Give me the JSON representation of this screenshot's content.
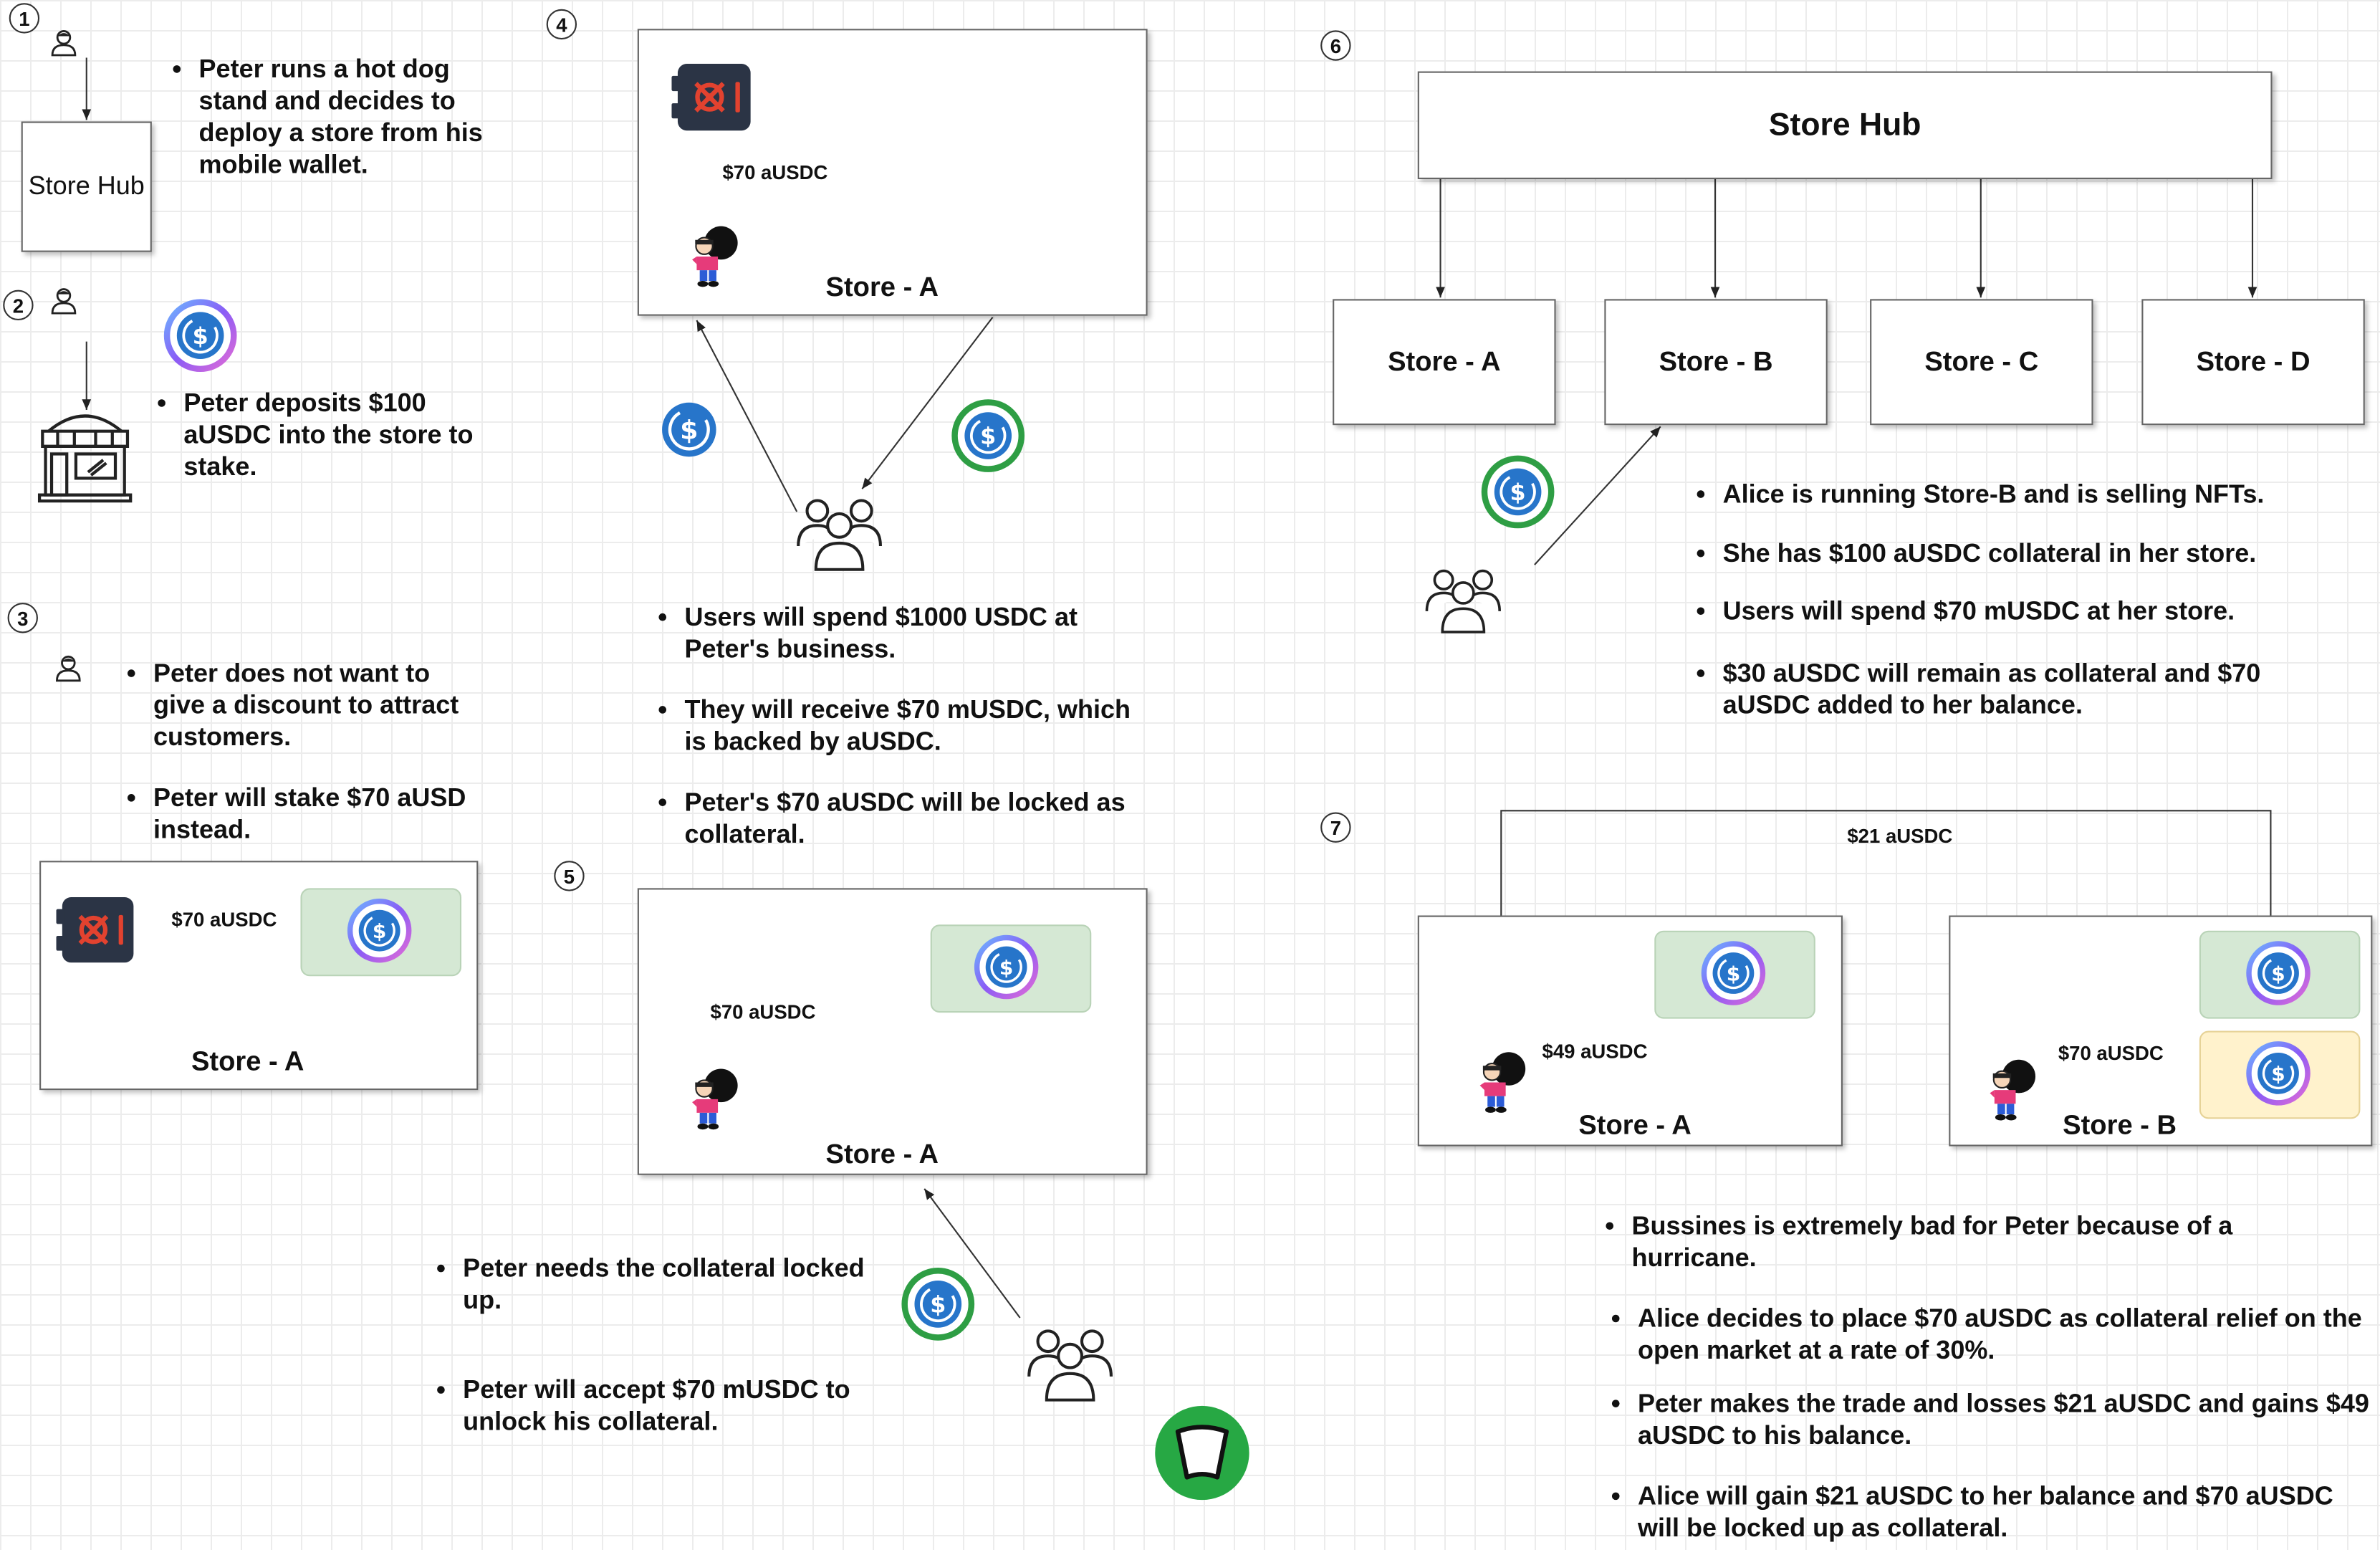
{
  "steps": [
    "1",
    "2",
    "3",
    "4",
    "5",
    "6",
    "7"
  ],
  "panel1": {
    "box_label": "Store Hub",
    "bullets": [
      "Peter runs a hot dog stand and decides to deploy a store from his mobile wallet."
    ]
  },
  "panel2": {
    "bullets": [
      "Peter deposits $100 aUSDC into the store to stake."
    ]
  },
  "panel3": {
    "bullets": [
      "Peter does not want to give a discount to attract customers.",
      "Peter will stake $70 aUSD instead."
    ],
    "arrow_label": "$70 aUSDC",
    "store_label": "Store - A"
  },
  "panel4": {
    "arrow_label": "$70 aUSDC",
    "store_label": "Store - A",
    "bullets": [
      "Users will spend $1000 USDC at Peter's business.",
      "They will receive $70 mUSDC, which is backed by aUSDC.",
      "Peter's $70 aUSDC will be locked as collateral."
    ]
  },
  "panel5": {
    "arrow_label": "$70 aUSDC",
    "store_label": "Store - A",
    "bullets": [
      "Peter needs the collateral locked up.",
      "Peter will accept $70 mUSDC to unlock his collateral."
    ]
  },
  "panel6": {
    "hub_label": "Store Hub",
    "stores": [
      "Store - A",
      "Store - B",
      "Store - C",
      "Store - D"
    ],
    "bullets": [
      "Alice is running Store-B and is selling NFTs.",
      "She has $100 aUSDC collateral in her store.",
      "Users will spend $70 mUSDC at her store.",
      "$30 aUSDC will remain as collateral and $70 aUSDC added to her balance."
    ]
  },
  "panel7": {
    "top_label": "$21 aUSDC",
    "left_label": "$49 aUSDC",
    "right_label": "$70 aUSDC",
    "store_a": "Store - A",
    "store_b": "Store - B",
    "bullets": [
      "Bussines is extremely bad for Peter because of a hurricane.",
      "Alice decides to place $70 aUSDC as collateral relief on the open market at a rate of 30%.",
      "Peter makes the trade and losses $21 aUSDC and gains $49 aUSDC to his balance.",
      "Alice will gain $21 aUSDC to her balance and $70 aUSDC will be locked up as collateral."
    ]
  },
  "colors": {
    "usdc_blue": "#2775ca",
    "green_ring": "#2e9e44",
    "safe_dark": "#2b3445",
    "safe_red": "#e2422f",
    "green_fill": "#d5e8d4",
    "yellow_fill": "#fff2cc"
  },
  "icons": [
    "user-icon",
    "store-building-icon",
    "usdc-coin-icon",
    "safe-vault-icon",
    "user-group-icon",
    "hiker-person-icon",
    "green-badge-icon"
  ]
}
